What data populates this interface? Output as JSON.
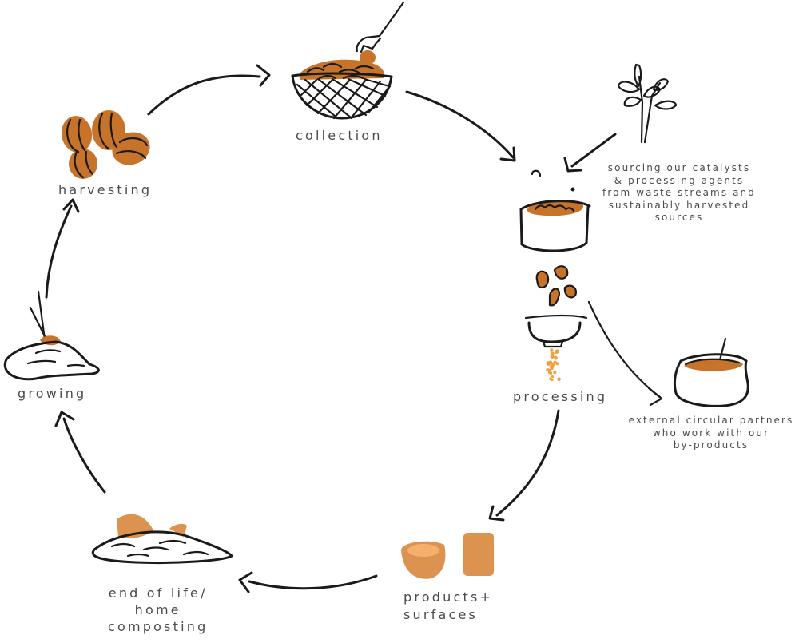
{
  "diagram": {
    "title": "circular product lifecycle",
    "accent_color": "#c8732a",
    "light_accent_color": "#dd9350",
    "ink_color": "#1a1a1a",
    "text_color": "#4a4a4a",
    "stages": [
      {
        "id": "collection",
        "label": "collection",
        "icon": "basket-of-nuts-icon"
      },
      {
        "id": "processing",
        "label": "processing",
        "icon": "pot-and-grinder-icon"
      },
      {
        "id": "products",
        "label_lines": [
          "products+",
          "surfaces"
        ],
        "icon": "bowl-and-tile-icon"
      },
      {
        "id": "end-of-life",
        "label_lines": [
          "end of life/",
          "home",
          "composting"
        ],
        "icon": "compost-pile-icon"
      },
      {
        "id": "growing",
        "label": "growing",
        "icon": "sprouting-seed-icon"
      },
      {
        "id": "harvesting",
        "label": "harvesting",
        "icon": "nuts-icon"
      }
    ],
    "inputs": [
      {
        "id": "catalysts",
        "lines": [
          "sourcing our catalysts",
          "& processing agents",
          "from waste streams and",
          "sustainably harvested",
          "sources"
        ],
        "icon": "plant-sprig-icon"
      }
    ],
    "outputs": [
      {
        "id": "partners",
        "lines": [
          "external circular partners",
          "who work with our",
          "by-products"
        ],
        "icon": "cauldron-icon"
      }
    ],
    "flows": [
      {
        "from": "harvesting",
        "to": "collection"
      },
      {
        "from": "collection",
        "to": "processing"
      },
      {
        "from": "catalysts",
        "to": "processing"
      },
      {
        "from": "processing",
        "to": "partners"
      },
      {
        "from": "processing",
        "to": "products"
      },
      {
        "from": "products",
        "to": "end-of-life"
      },
      {
        "from": "end-of-life",
        "to": "growing"
      },
      {
        "from": "growing",
        "to": "harvesting"
      }
    ]
  }
}
